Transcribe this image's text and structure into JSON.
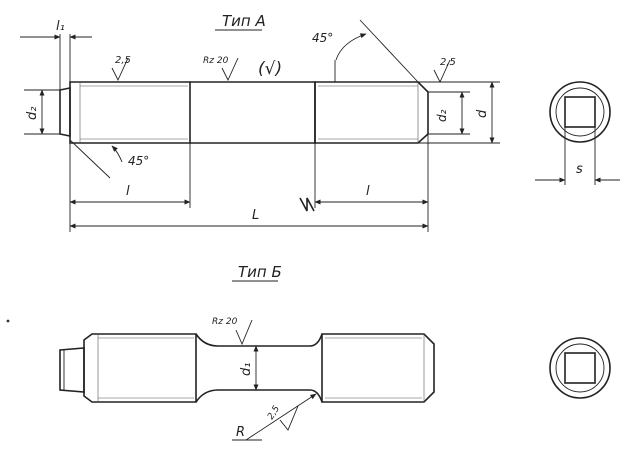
{
  "type_a": {
    "title": "Тип А",
    "roughness_left": "2,5",
    "roughness_mid": "Rz 20",
    "roughness_general": "(√)",
    "roughness_right": "2,5",
    "angle_top": "45°",
    "angle_bottom": "45°",
    "dim_l1": "l₁",
    "dim_d2_left": "d₂",
    "dim_d2_right": "d₂",
    "dim_d": "d",
    "dim_l_left": "l",
    "dim_l_right": "l",
    "dim_L": "L",
    "dim_s": "s"
  },
  "type_b": {
    "title": "Тип Б",
    "roughness": "Rz 20",
    "dim_d1": "d₁",
    "dim_R": "R",
    "roughness_fillet": "2,5"
  }
}
